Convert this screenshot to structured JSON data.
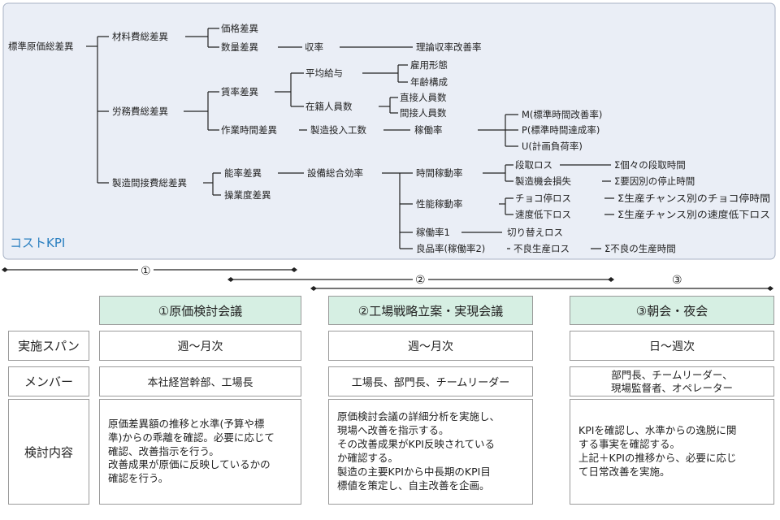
{
  "tree": {
    "label": "コストKPI",
    "nodes": {
      "root": "標準原価総差異",
      "material": "材料費総差異",
      "price_var": "価格差異",
      "qty_var": "数量差異",
      "yield": "収率",
      "yield_improve": "理論収率改善率",
      "labor": "労務費総差異",
      "wage_var": "賃率差異",
      "avg_salary": "平均給与",
      "employment": "雇用形態",
      "age": "年齢構成",
      "headcount": "在籍人員数",
      "direct": "直接人員数",
      "indirect": "間接人員数",
      "worktime_var": "作業時間差異",
      "mfg_input": "製造投入工数",
      "operating_rate": "稼働率",
      "m": "M(標準時間改善率)",
      "p": "P(標準時間達成率)",
      "u": "U(計画負荷率)",
      "overhead": "製造間接費総差異",
      "efficiency_var": "能率差異",
      "operation_var": "操業度差異",
      "oee": "設備総合効率",
      "time_rate": "時間稼動率",
      "setup_loss": "段取ロス",
      "setup_sum": "Σ個々の段取時間",
      "opp_loss": "製造機会損失",
      "stop_sum": "Σ要因別の停止時間",
      "perf_rate": "性能稼動率",
      "minor_stop": "チョコ停ロス",
      "minor_sum": "Σ生産チャンス別のチョコ停時間",
      "speed_loss": "速度低下ロス",
      "speed_sum": "Σ生産チャンス別の速度低下ロス",
      "rate1": "稼働率1",
      "changeover": "切り替えロス",
      "quality": "良品率(稼働率2)",
      "defect_loss": "不良生産ロス",
      "defect_sum": "Σ不良の生産時間"
    }
  },
  "phases": {
    "p1": "①",
    "p2": "②",
    "p3": "③"
  },
  "table": {
    "headers": [
      "①原価検討会議",
      "②工場戦略立案・実現会議",
      "③朝会・夜会"
    ],
    "rows": [
      {
        "label": "実施スパン",
        "cells": [
          "週～月次",
          "週～月次",
          "日～週次"
        ]
      },
      {
        "label": "メンバー",
        "cells": [
          "本社経営幹部、工場長",
          "工場長、部門長、チームリーダー",
          "部門長、チームリーダー、\n現場監督者、オペレーター"
        ]
      },
      {
        "label": "検討内容",
        "cells": [
          "原価差異額の推移と水準(予算や標\n準)からの乖離を確認。必要に応じて\n確認、改善指示を行う。\n改善成果が原価に反映しているかの\n確認を行う。",
          "原価検討会議の詳細分析を実施し、\n現場へ改善を指示する。\nその改善成果がKPI反映されている\nか確認する。\n製造の主要KPIから中長期のKPI目\n標値を策定し、自主改善を企画。",
          "KPIを確認し、水準からの逸脱に関\nする事実を確認する。\n上記＋KPIの推移から、必要に応じ\nて日常改善を実施。"
        ]
      }
    ]
  }
}
